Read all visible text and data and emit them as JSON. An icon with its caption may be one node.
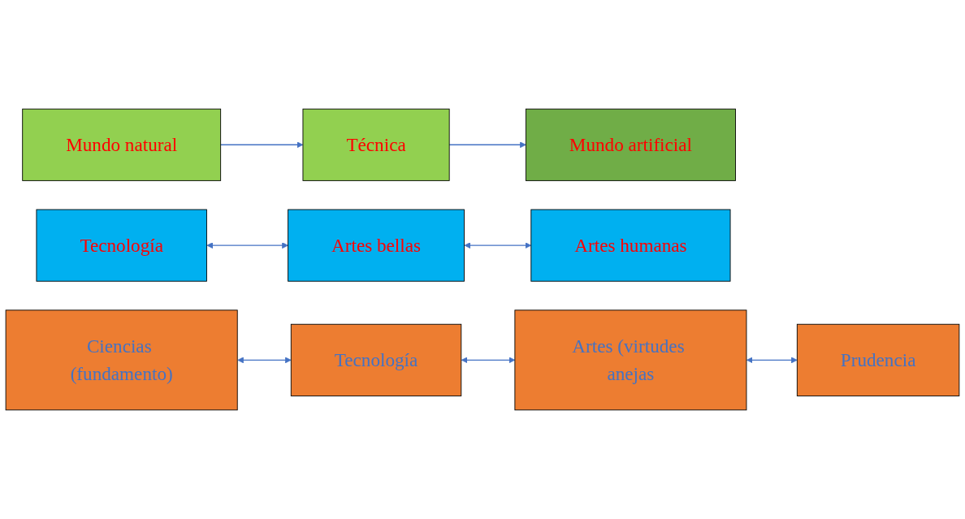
{
  "diagram": {
    "nodes": [
      {
        "text": [
          "Mundo natural"
        ]
      },
      {
        "text": [
          "Técnica"
        ]
      },
      {
        "text": [
          "Mundo artificial"
        ]
      },
      {
        "text": [
          "Tecnología"
        ]
      },
      {
        "text": [
          "Artes bellas"
        ]
      },
      {
        "text": [
          "Artes humanas"
        ]
      },
      {
        "text": [
          "Ciencias (fundamento)"
        ]
      },
      {
        "text": [
          "Tecnología"
        ]
      },
      {
        "text": [
          "Artes (virtudes anejas"
        ]
      },
      {
        "text": [
          "Prudencia"
        ]
      }
    ],
    "edges": [
      {
        "from": 0,
        "to": 1,
        "arrow": "to"
      },
      {
        "from": 1,
        "to": 2,
        "arrow": "to"
      },
      {
        "from": 3,
        "to": 4,
        "arrow": "both"
      },
      {
        "from": 4,
        "to": 5,
        "arrow": "both"
      },
      {
        "from": 6,
        "to": 7,
        "arrow": "both"
      },
      {
        "from": 7,
        "to": 8,
        "arrow": "both"
      },
      {
        "from": 8,
        "to": 9,
        "arrow": "both"
      }
    ]
  }
}
